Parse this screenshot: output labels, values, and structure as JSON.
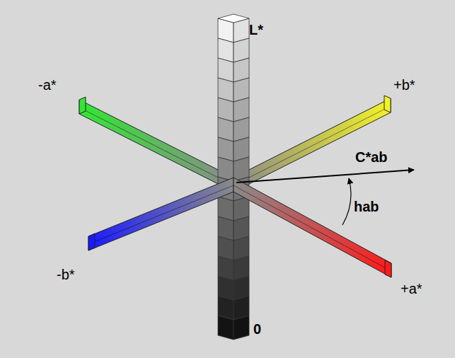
{
  "diagram": {
    "labels": [
      "L*",
      "-a*",
      "+b*",
      "C*ab",
      "hab",
      "-b*",
      "+a*",
      "0"
    ]
  }
}
